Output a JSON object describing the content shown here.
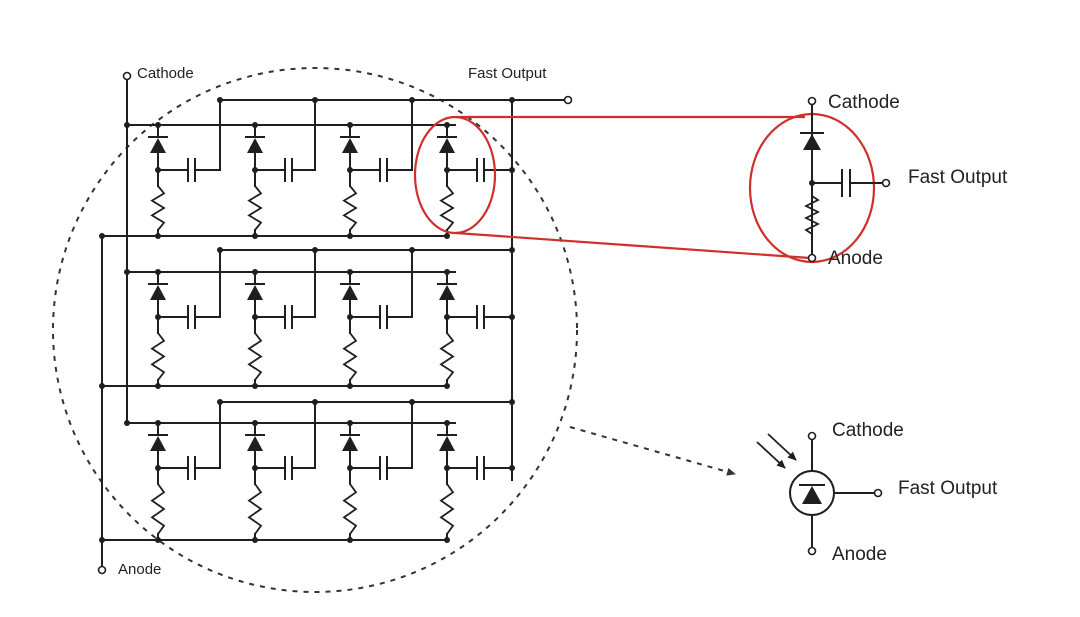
{
  "labels": {
    "array_cathode": "Cathode",
    "array_fast_output": "Fast Output",
    "array_anode": "Anode",
    "zoom_cathode": "Cathode",
    "zoom_fast_output": "Fast Output",
    "zoom_anode": "Anode",
    "symbol_cathode": "Cathode",
    "symbol_fast_output": "Fast Output",
    "symbol_anode": "Anode"
  },
  "array": {
    "rows": 3,
    "cells_per_row": 4
  },
  "colors": {
    "wire": "#1f1f1f",
    "highlight": "#d0302b",
    "background": "#ffffff"
  }
}
